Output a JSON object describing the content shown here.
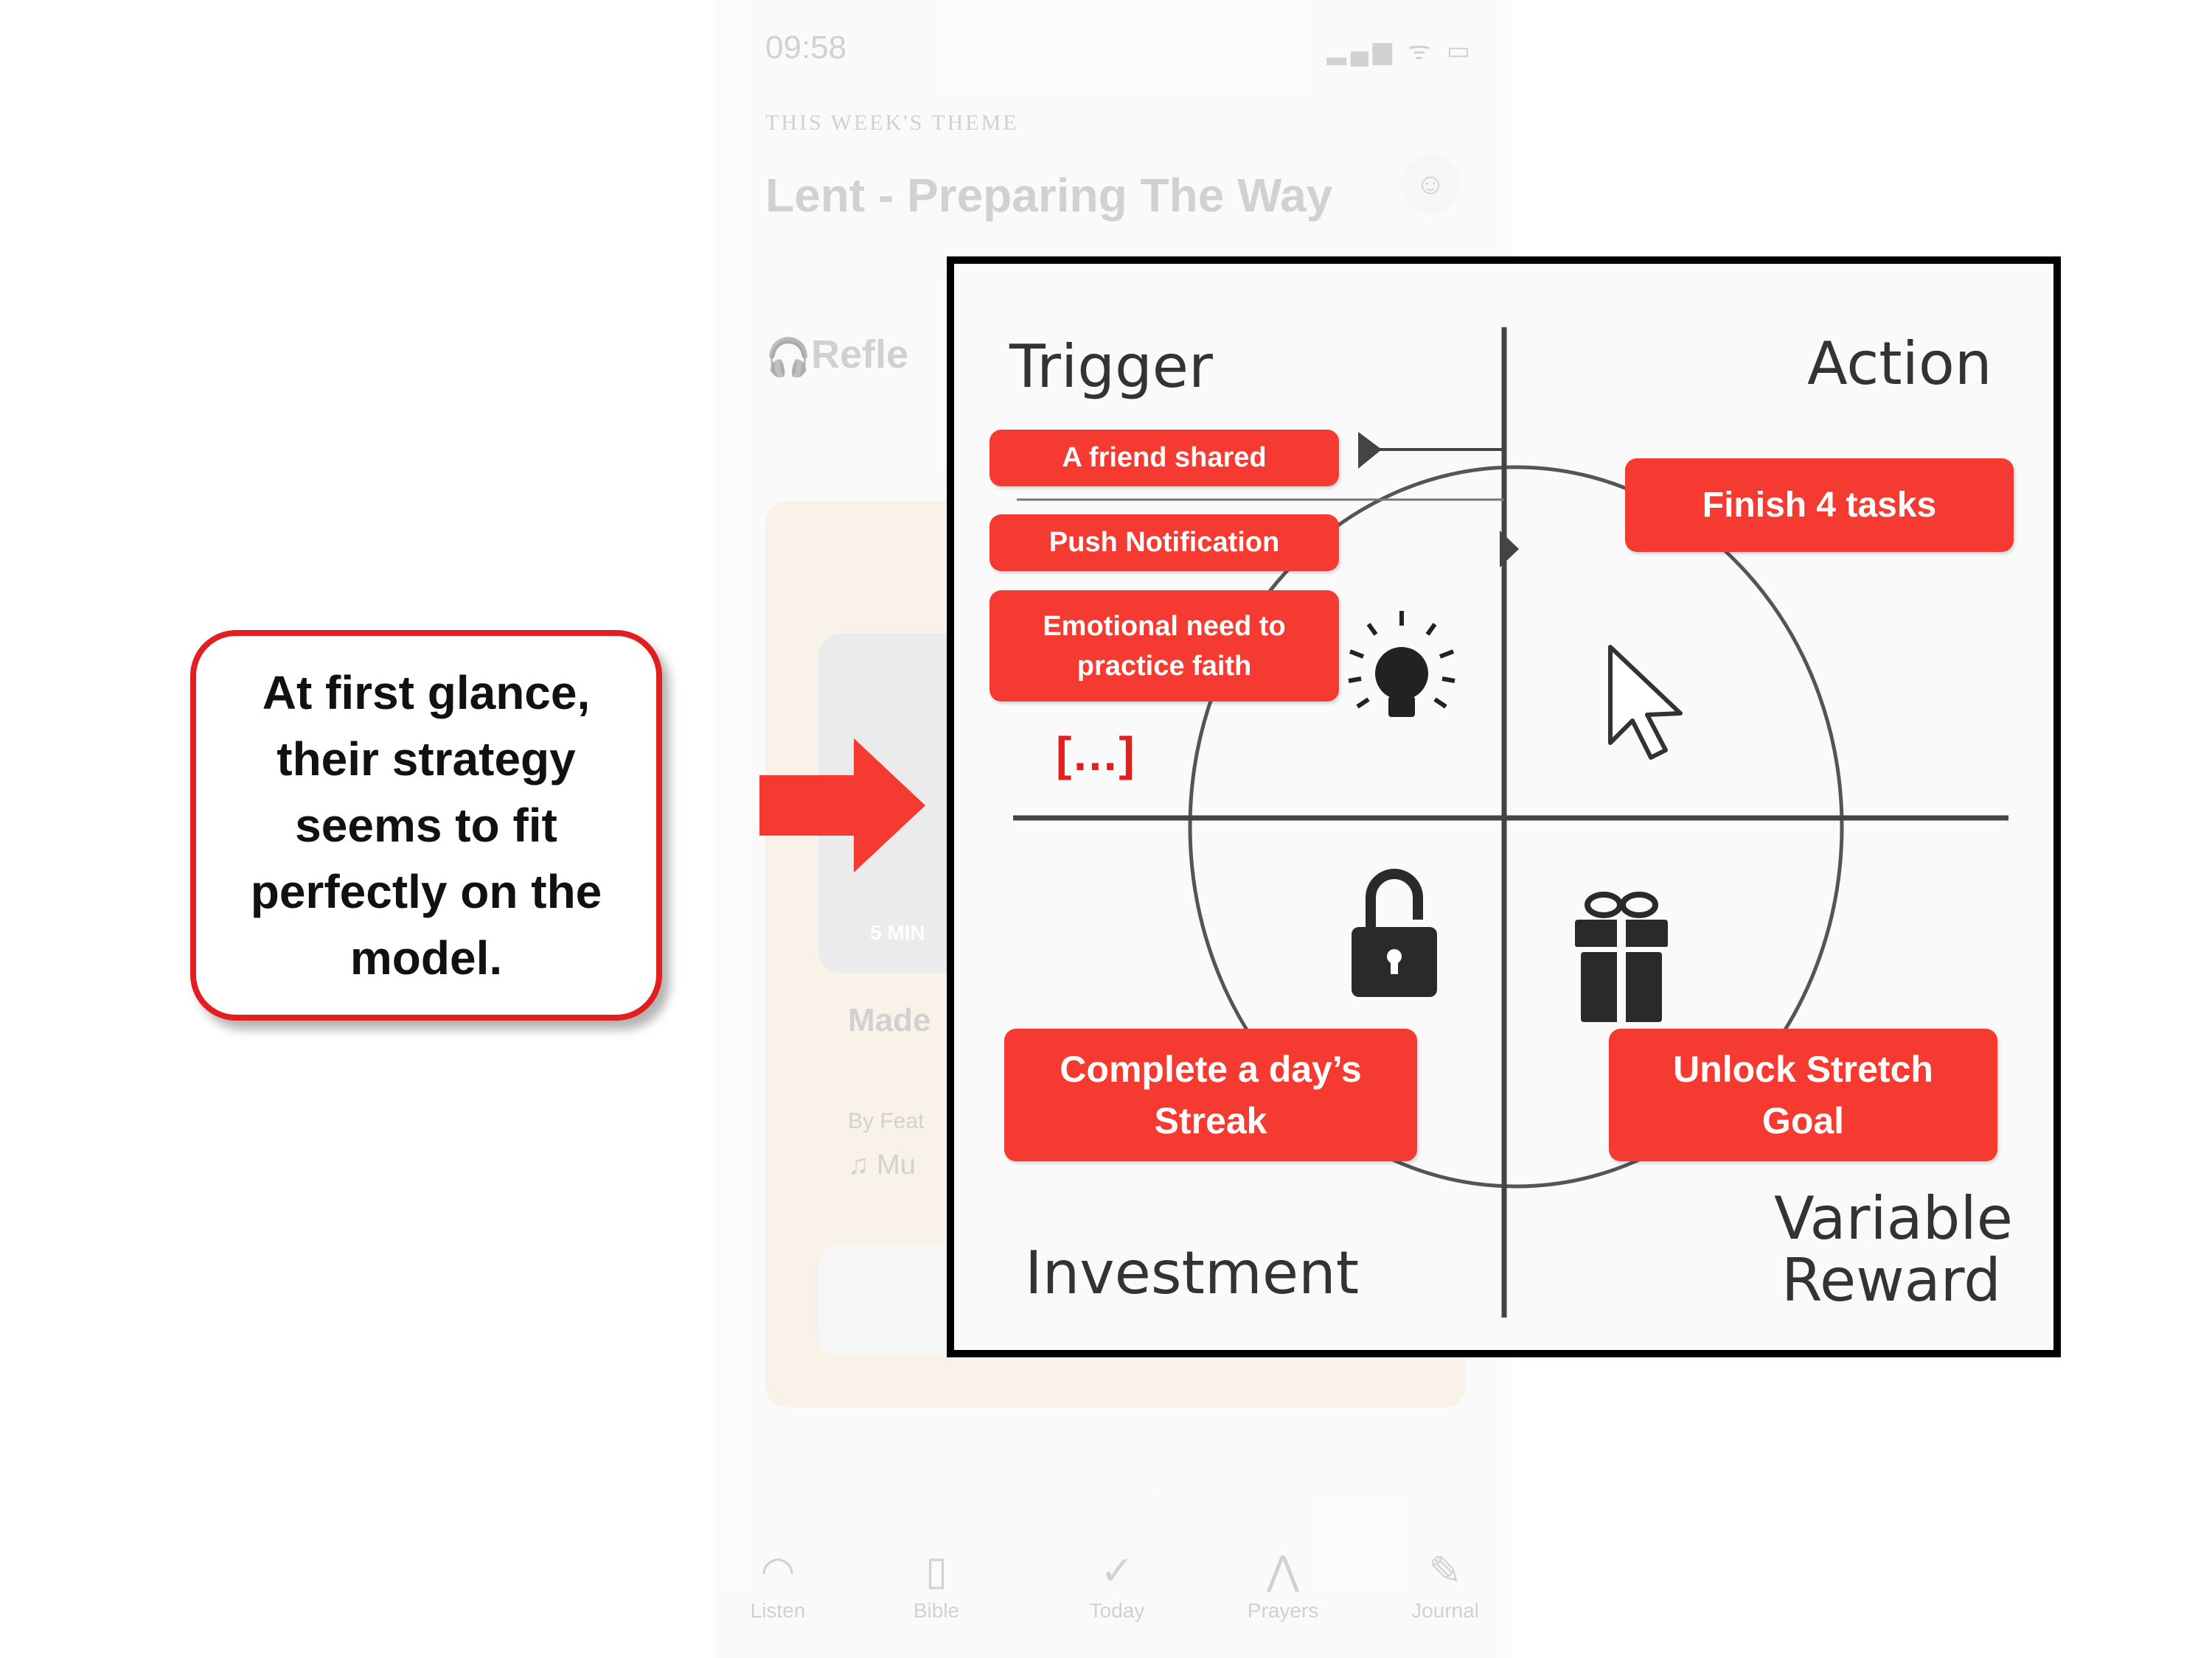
{
  "background_app": {
    "time": "09:58",
    "status_icons": "▂▄▆ ᯤ ▭",
    "week_label": "THIS WEEK'S THEME",
    "title": "Lent - Preparing The Way",
    "listen_row": "Refle",
    "card_badge": "5 MIN",
    "card_title": "Made",
    "card_byline": "By Feat",
    "card_music": "♫ Mu",
    "tabs": [
      "Listen",
      "Bible",
      "Today",
      "Prayers",
      "Journal"
    ]
  },
  "callout": {
    "text": "At first glance, their strategy seems to fit perfectly on the model."
  },
  "diagram": {
    "quadrants": {
      "trigger": "Trigger",
      "action": "Action",
      "investment": "Investment",
      "variable_reward_line1": "Variable",
      "variable_reward_line2": "Reward"
    },
    "trigger_boxes": [
      "A friend shared",
      "Push Notification",
      "Emotional need to practice faith"
    ],
    "ellipsis": "[…]",
    "action_box": "Finish 4 tasks",
    "investment_box": "Complete a day’s Streak",
    "reward_box": "Unlock Stretch Goal",
    "icons": [
      "lightbulb-icon",
      "cursor-icon",
      "padlock-icon",
      "gift-icon"
    ]
  },
  "colors": {
    "accent_red": "#f53b31",
    "callout_border": "#e21e1e",
    "frame": "#000000"
  }
}
